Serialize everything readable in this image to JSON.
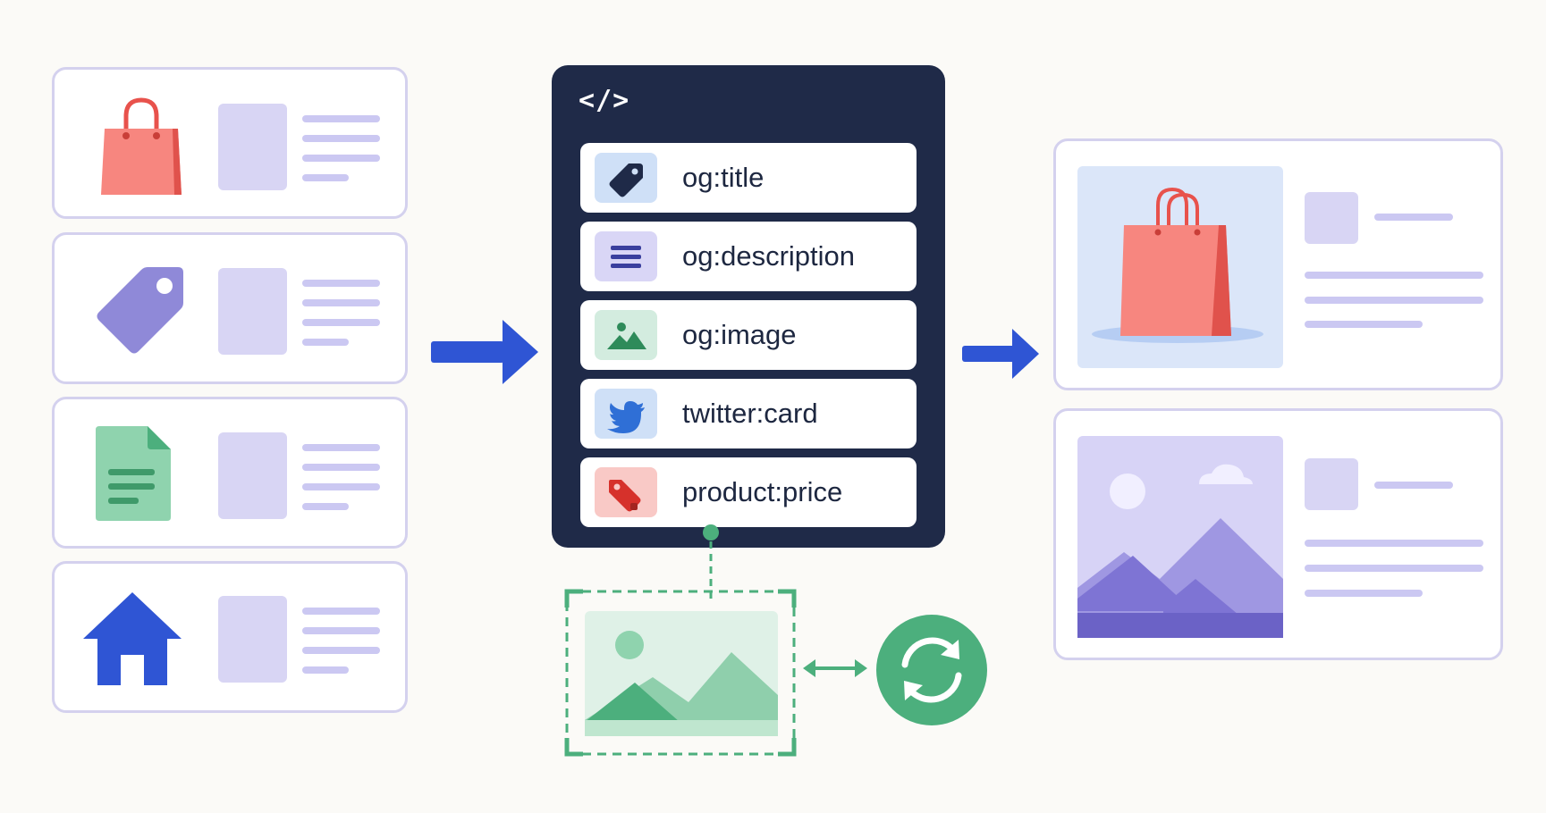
{
  "code_symbol": "</>",
  "meta_tags": [
    {
      "label": "og:title",
      "icon": "tag-icon",
      "color": "#cfe0f7"
    },
    {
      "label": "og:description",
      "icon": "text-lines-icon",
      "color": "#d9d6f6"
    },
    {
      "label": "og:image",
      "icon": "image-icon",
      "color": "#d3ecdf"
    },
    {
      "label": "twitter:card",
      "icon": "twitter-bird-icon",
      "color": "#cfe0f7"
    },
    {
      "label": "product:price",
      "icon": "price-tag-icon",
      "color": "#f9c9c6"
    }
  ],
  "source_pages": [
    {
      "icon": "shopping-bag-icon",
      "color": "#f47c77"
    },
    {
      "icon": "tag-icon",
      "color": "#8f89d8"
    },
    {
      "icon": "document-icon",
      "color": "#8fd3ae"
    },
    {
      "icon": "house-icon",
      "color": "#2f55d4"
    }
  ],
  "preview_cards": [
    {
      "icon": "shopping-bag-icon",
      "background": "#dbe6f9"
    },
    {
      "icon": "landscape-icon",
      "background": "#cdc8f2"
    }
  ],
  "colors": {
    "arrow": "#2f55d4",
    "panel": "#1f2a48",
    "green_accent": "#4caf7d",
    "card_border": "#d4d1ee",
    "placeholder": "#d8d5f4"
  }
}
